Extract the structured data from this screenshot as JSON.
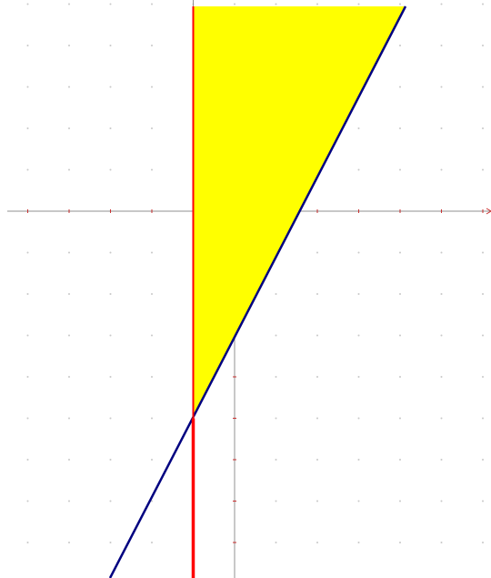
{
  "colors": {
    "background": "#ffffff",
    "grid_dot": "#c8c8c8",
    "axis": "#909090",
    "tick": "#cc3333",
    "region_fill": "#ffff00",
    "boundary_red": "#ff0000",
    "boundary_blue": "#000080",
    "vertical_guide": "#909090"
  },
  "chart_data": {
    "type": "diagram",
    "description": "",
    "x_range": [
      -4.5,
      7.2
    ],
    "y_range": [
      -8.7,
      5.0
    ],
    "grid": true,
    "lines": [
      {
        "name": "",
        "kind": "vertical",
        "x": 0,
        "from_y": -8.7,
        "to_y": 5.0,
        "color": "red"
      },
      {
        "name": "",
        "kind": "line",
        "slope": 2,
        "intercept": -5,
        "color": "blue"
      }
    ],
    "shaded_region": {
      "vertices": [
        [
          0,
          -5
        ],
        [
          0,
          5.0
        ],
        [
          5,
          5.0
        ]
      ],
      "color": "yellow"
    },
    "guide_segment": {
      "x": 1,
      "from_y": -3,
      "to_y": -8.7
    }
  }
}
